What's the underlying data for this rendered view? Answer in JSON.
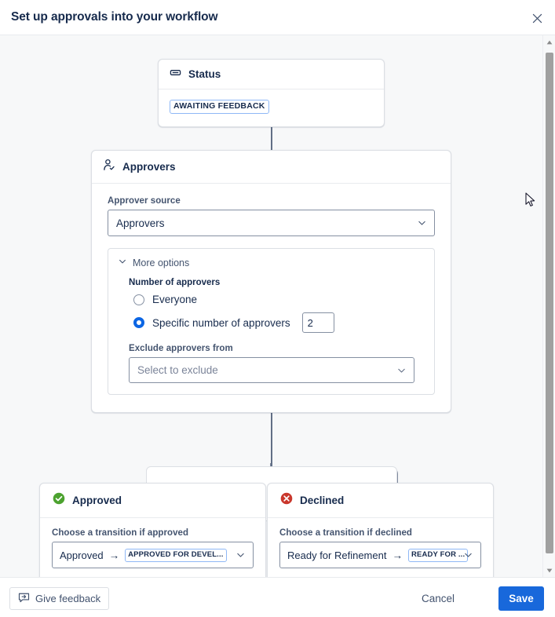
{
  "dialog": {
    "title": "Set up approvals into your workflow",
    "close_icon": "close-icon"
  },
  "status_node": {
    "icon": "status-lozenge-icon",
    "title": "Status",
    "value_badge": "AWAITING FEEDBACK"
  },
  "approvers_node": {
    "icon": "person-check-icon",
    "title": "Approvers",
    "approver_source": {
      "label": "Approver source",
      "value": "Approvers",
      "chevron_icon": "chevron-down-icon"
    },
    "more_options": {
      "toggle_label": "More options",
      "toggle_icon": "chevron-down-icon",
      "number_label": "Number of approvers",
      "options": [
        {
          "label": "Everyone",
          "checked": false
        },
        {
          "label": "Specific number of approvers",
          "checked": true
        }
      ],
      "specific_count": "2",
      "exclude_label": "Exclude approvers from",
      "exclude_placeholder": "Select to exclude",
      "exclude_value": "",
      "exclude_chevron_icon": "chevron-down-icon"
    }
  },
  "approved_card": {
    "icon": "check-circle-icon",
    "icon_color": "#4ca22f",
    "title": "Approved",
    "field_label": "Choose a transition if approved",
    "transition_from": "Approved",
    "transition_arrow": "→",
    "transition_badge": "APPROVED FOR DEVEL...",
    "chevron_icon": "chevron-down-icon"
  },
  "declined_card": {
    "icon": "x-circle-icon",
    "icon_color": "#c9372c",
    "title": "Declined",
    "field_label": "Choose a transition if declined",
    "transition_from": "Ready for Refinement",
    "transition_arrow": "→",
    "transition_badge": "READY FOR ...",
    "chevron_icon": "chevron-down-icon"
  },
  "footer": {
    "feedback_label": "Give feedback",
    "feedback_icon": "feedback-bubble-icon",
    "cancel_label": "Cancel",
    "save_label": "Save",
    "save_color": "#1868db"
  },
  "scrollbar": {
    "up_icon": "scroll-up-arrow-icon",
    "down_icon": "scroll-down-arrow-icon"
  },
  "colors": {
    "accent": "#0c66e4",
    "badge_border": "#8fb8f6",
    "canvas_bg": "#f7f8f9",
    "connector": "#626f86"
  }
}
